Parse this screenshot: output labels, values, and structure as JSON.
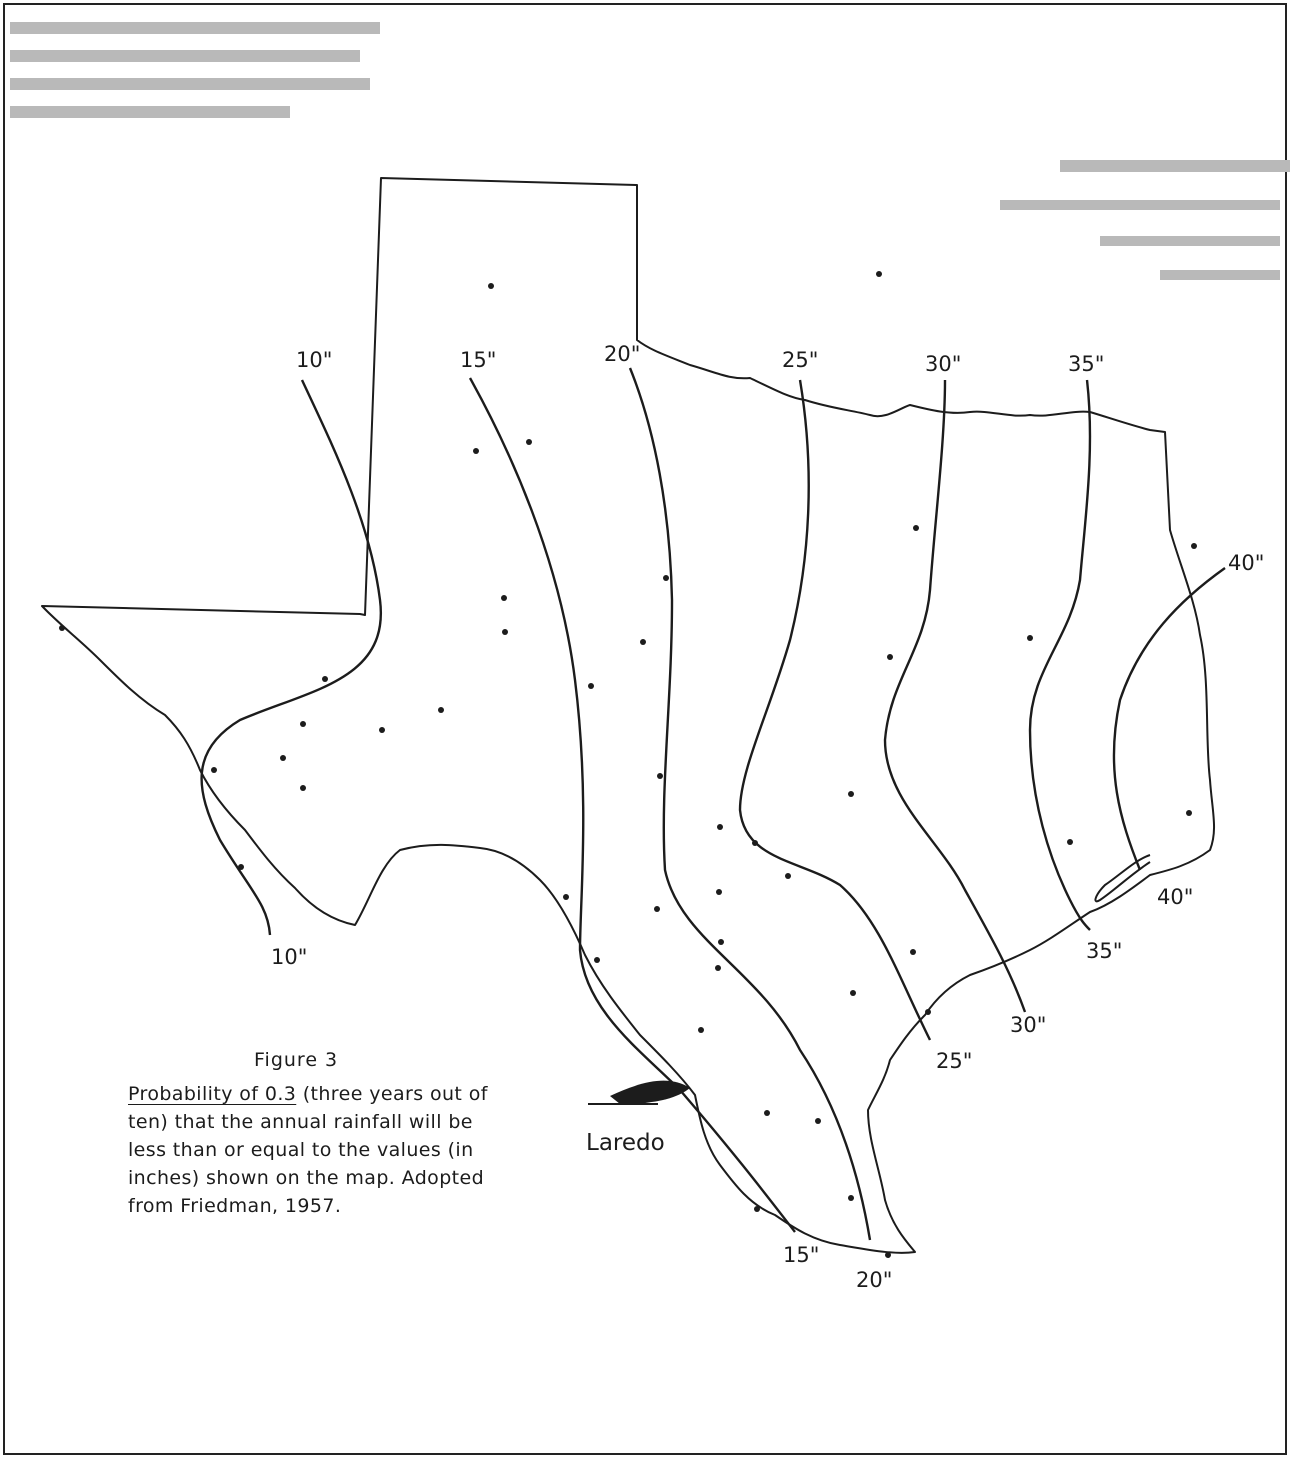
{
  "caption": {
    "figure_label": "Figure 3",
    "underlined": "Probability of 0.3",
    "rest": "(three years out of ten) that the annual rainfall will be less than or equal to the values (in inches) shown on the map. Adopted from Friedman, 1957."
  },
  "city": {
    "name": "Laredo"
  },
  "isolines": {
    "l10_top": "10\"",
    "l10_bottom": "10\"",
    "l15_top": "15\"",
    "l15_bottom": "15\"",
    "l20_top": "20\"",
    "l20_bottom": "20\"",
    "l25_top": "25\"",
    "l25_bottom": "25\"",
    "l30_top": "30\"",
    "l30_bottom": "30\"",
    "l35_top": "35\"",
    "l35_bottom": "35\"",
    "l40_top": "40\"",
    "l40_bottom": "40\""
  },
  "colors": {
    "ink": "#1c1c1c",
    "paper": "#ffffff"
  }
}
